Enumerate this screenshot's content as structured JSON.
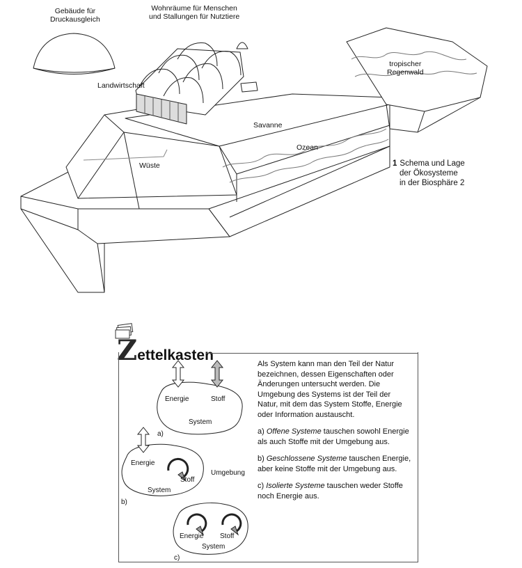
{
  "figure": {
    "labels": {
      "pressure": "Gebäude für\nDruckausgleich",
      "living": "Wohnräume für Menschen\nund Stallungen für Nutztiere",
      "agriculture": "Landwirtschaft",
      "rainforest": "tropischer\nRegenwald",
      "savanna": "Savanne",
      "ocean": "Ozean",
      "desert": "Wüste"
    },
    "caption": {
      "number": "1",
      "lines": [
        "Schema und Lage",
        "der Ökosysteme",
        "in der Biosphäre 2"
      ]
    }
  },
  "zettelkasten": {
    "title_initial": "Z",
    "title_rest": "ettelkasten",
    "intro": "Als System kann man den Teil der Natur bezeichnen, dessen Eigenschaften oder Änderungen untersucht werden. Die Umgebung des Systems ist der Teil der Natur, mit dem das System Stoffe, Energie oder Information austauscht.",
    "items": [
      {
        "prefix": "a) ",
        "term": "Offene Systeme",
        "rest": " tauschen sowohl Energie als auch Stoffe mit der Umgebung aus."
      },
      {
        "prefix": "b) ",
        "term": "Geschlossene Systeme",
        "rest": " tauschen Energie, aber keine Stoffe mit der Umgebung aus."
      },
      {
        "prefix": "c) ",
        "term": "Isolierte Systeme",
        "rest": " tauschen weder Stoffe noch Energie aus."
      }
    ],
    "diagram": {
      "energy": "Energie",
      "matter": "Stoff",
      "system": "System",
      "environment": "Umgebung",
      "tag_a": "a)",
      "tag_b": "b)",
      "tag_c": "c)"
    }
  }
}
